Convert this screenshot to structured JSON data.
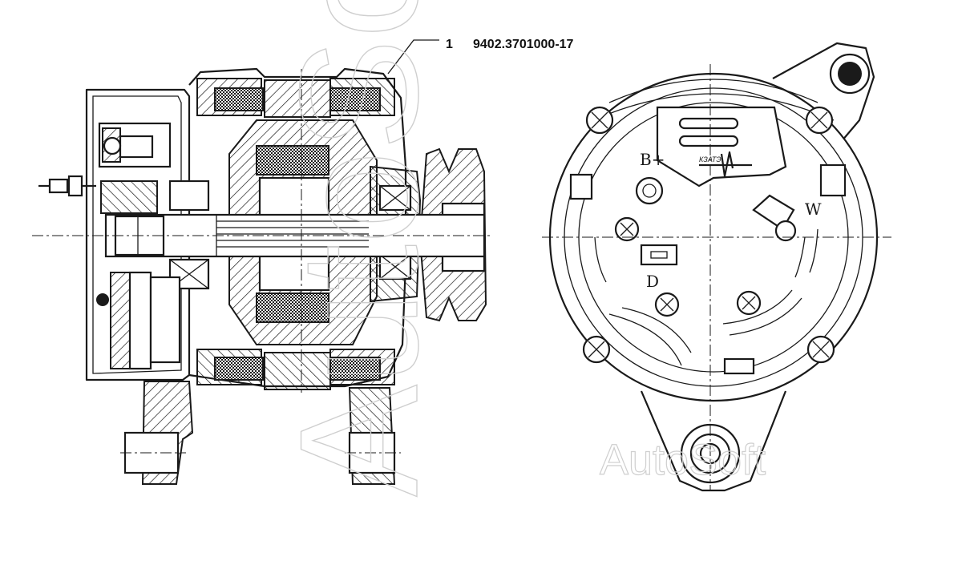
{
  "callout": {
    "number": "1",
    "part_code": "9402.3701000-17"
  },
  "terminals": {
    "b_plus": "B+",
    "w": "W",
    "d": "D"
  },
  "logo": {
    "text": "КЗАТЭ"
  },
  "watermark": {
    "text": "AutoSoft",
    "color": "#cfcfcf"
  },
  "colors": {
    "line": "#1a1a1a",
    "background": "#ffffff"
  }
}
